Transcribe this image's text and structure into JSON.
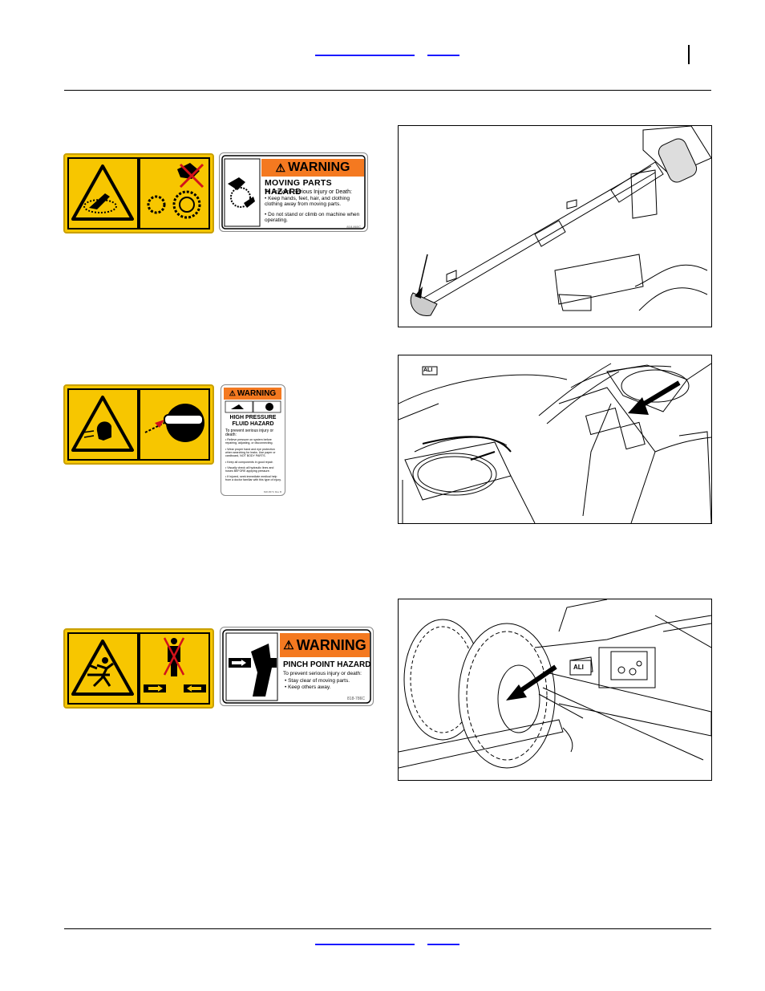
{
  "header": {
    "page_number_mark": ""
  },
  "decals": {
    "moving_parts": {
      "signal_word": "WARNING",
      "hazard": "MOVING PARTS HAZARD",
      "intro": "To Prevent Serious Injury or Death:",
      "bullets": [
        "• Keep hands, feet, hair, and clothing clothing away from moving parts.",
        "• Do not stand or climb on machine when operating."
      ],
      "part_code": "818-860C"
    },
    "high_pressure": {
      "signal_word": "WARNING",
      "hazard_line1": "HIGH PRESSURE",
      "hazard_line2": "FLUID HAZARD",
      "intro": "To prevent serious injury or death:",
      "bullets": [
        "• Relieve pressure on system before repairing, adjusting, or disconnecting.",
        "• Wear proper hand and eye protection when searching for leaks. Use paper or cardboard, NOT BODY PARTS.",
        "• Keep all components in good repair.",
        "• Visually check all hydraulic lines and hoses BEFORE applying pressure.",
        "• If injured, seek immediate medical help from a doctor familiar with this type of injury."
      ],
      "part_code": "818-657C Rev B"
    },
    "pinch_point": {
      "signal_word": "WARNING",
      "hazard": "PINCH POINT HAZARD",
      "intro": "To prevent serious injury or death:",
      "bullets": [
        "• Stay clear of moving parts.",
        "• Keep others away."
      ],
      "part_code": "818-786C"
    }
  },
  "figures": {
    "fig1": {
      "badge": ""
    },
    "fig2": {
      "badge": "ALI"
    },
    "fig3": {
      "badge": "ALI"
    }
  }
}
